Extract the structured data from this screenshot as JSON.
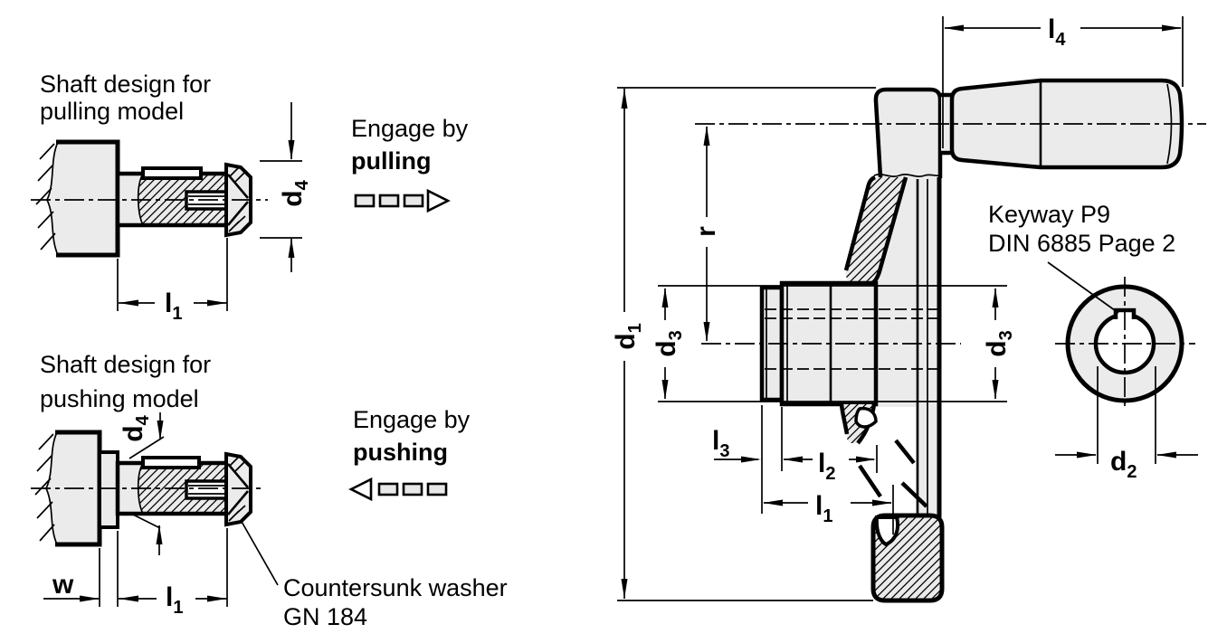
{
  "figure": {
    "type": "technical-drawing",
    "views": [
      "shaft design pulling model",
      "shaft design pushing model",
      "handwheel section",
      "hub end view with keyway"
    ]
  },
  "panels": {
    "pulling": {
      "title1": "Shaft design for",
      "title2": "pulling model",
      "engage1": "Engage by",
      "engage2": "pulling"
    },
    "pushing": {
      "title1": "Shaft design for",
      "title2": "pushing model",
      "engage1": "Engage by",
      "engage2": "pushing"
    }
  },
  "notes": {
    "washer1": "Countersunk washer",
    "washer2": "GN 184",
    "keyway1": "Keyway P9",
    "keyway2": "DIN 6885 Page 2"
  },
  "dims": {
    "d1": {
      "b": "d",
      "s": "1"
    },
    "d2": {
      "b": "d",
      "s": "2"
    },
    "d3": {
      "b": "d",
      "s": "3"
    },
    "d4": {
      "b": "d",
      "s": "4"
    },
    "l1": {
      "b": "l",
      "s": "1"
    },
    "l2": {
      "b": "l",
      "s": "2"
    },
    "l3": {
      "b": "l",
      "s": "3"
    },
    "l4": {
      "b": "l",
      "s": "4"
    },
    "r": {
      "b": "r",
      "s": ""
    },
    "w": {
      "b": "w",
      "s": ""
    }
  },
  "colors": {
    "ink": "#000000",
    "part_fill": "#ebebeb",
    "arrow_box_fill": "#e8e8e8",
    "background": "#ffffff"
  }
}
